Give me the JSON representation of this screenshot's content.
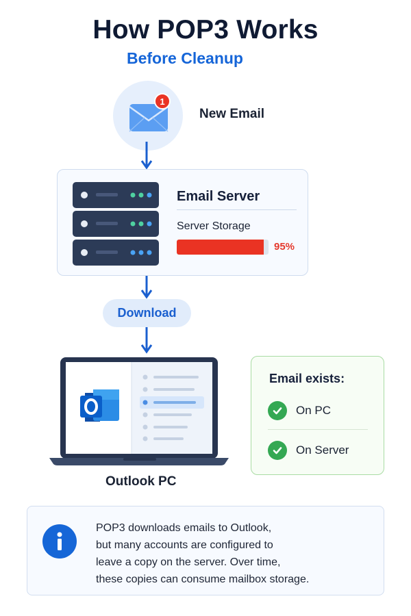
{
  "header": {
    "title": "How POP3 Works",
    "subtitle": "Before Cleanup"
  },
  "new_email": {
    "label": "New Email",
    "badge_count": "1",
    "icon": "envelope-icon"
  },
  "server": {
    "title": "Email Server",
    "storage_label": "Server Storage",
    "storage_percent": 95,
    "storage_percent_text": "95%",
    "icon": "server-stack-icon"
  },
  "download": {
    "label": "Download"
  },
  "client": {
    "label": "Outlook PC",
    "icon": "laptop-outlook-icon"
  },
  "exists": {
    "title": "Email exists:",
    "items": [
      {
        "label": "On PC"
      },
      {
        "label": "On Server"
      }
    ]
  },
  "info": {
    "icon": "info-icon",
    "lines": [
      "POP3 downloads emails to Outlook,",
      "but many accounts are configured to",
      "leave a copy on the server. Over time,",
      "these copies can consume mailbox storage."
    ]
  },
  "colors": {
    "primary_blue": "#1565d8",
    "danger_red": "#ea3323",
    "success_green": "#34a853",
    "navy": "#0f1a33"
  }
}
